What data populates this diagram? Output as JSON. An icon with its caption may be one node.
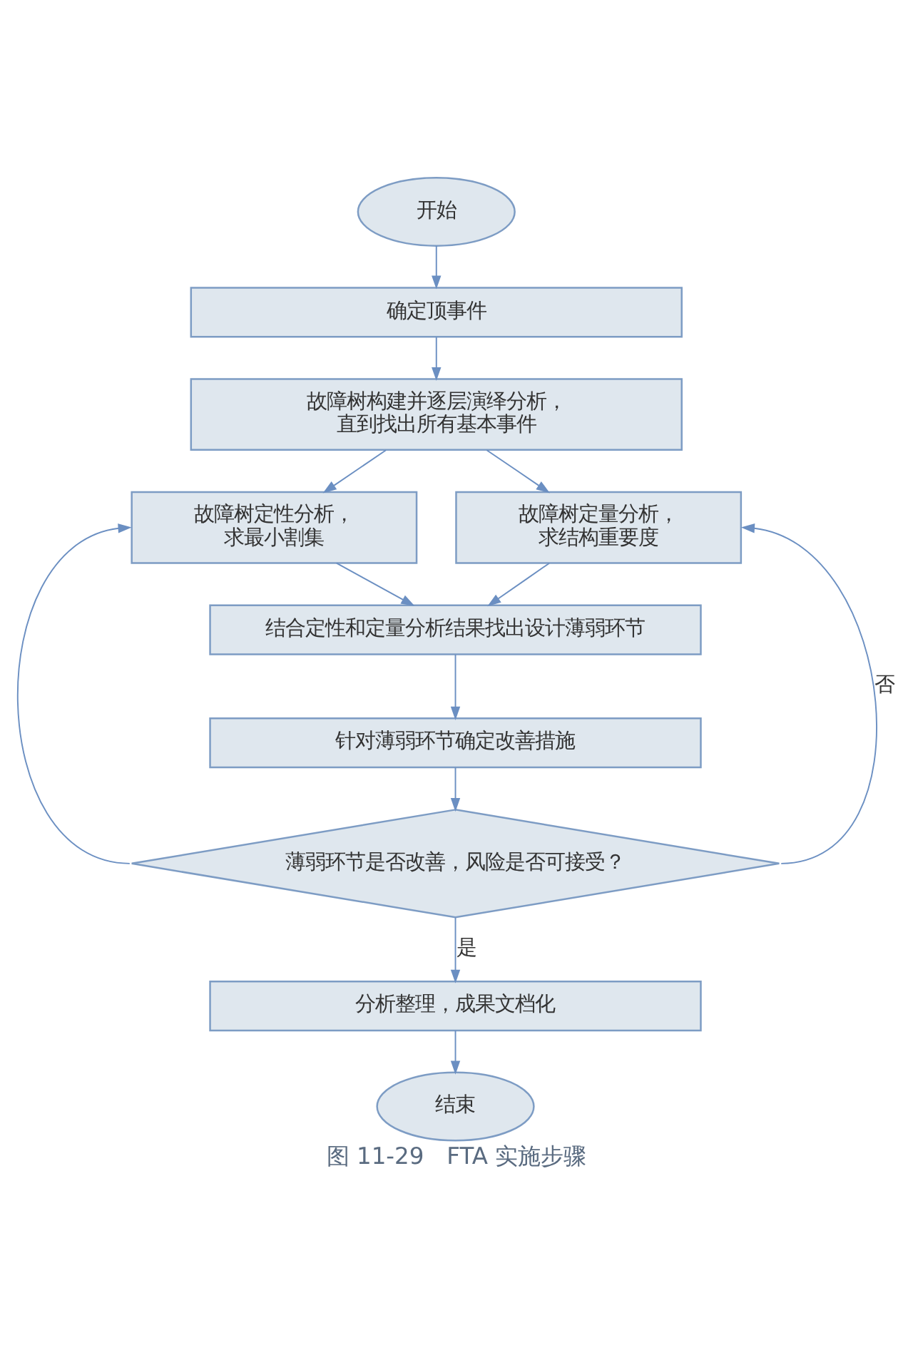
{
  "diagram": {
    "caption": "图 11-29　FTA 实施步骤",
    "nodes": [
      {
        "text": [
          "开始"
        ]
      },
      {
        "text": [
          "确定顶事件"
        ]
      },
      {
        "text": [
          "故障树构建并逐层演绎分析，直到找出所有基本事件"
        ]
      },
      {
        "text": [
          "故障树定性分析，求最小割集"
        ]
      },
      {
        "text": [
          "故障树定量分析，求结构重要度"
        ]
      },
      {
        "text": [
          "结合定性和定量分析结果找出设计薄弱环节"
        ]
      },
      {
        "text": [
          "针对薄弱环节确定改善措施"
        ]
      },
      {
        "text": [
          "薄弱环节是否改善，风险是否可接受？"
        ]
      },
      {
        "text": [
          "分析整理，成果文档化"
        ]
      },
      {
        "text": [
          "结束"
        ]
      }
    ],
    "edges": [
      {
        "from": 0,
        "to": 1,
        "arrow": "to"
      },
      {
        "from": 1,
        "to": 2,
        "arrow": "to"
      },
      {
        "from": 2,
        "to": 3,
        "arrow": "to"
      },
      {
        "from": 2,
        "to": 4,
        "arrow": "to"
      },
      {
        "from": 3,
        "to": 5,
        "arrow": "to"
      },
      {
        "from": 4,
        "to": 5,
        "arrow": "to"
      },
      {
        "from": 5,
        "to": 6,
        "arrow": "to"
      },
      {
        "from": 6,
        "to": 7,
        "arrow": "to"
      },
      {
        "from": 7,
        "to": 3,
        "arrow": "to"
      },
      {
        "from": 7,
        "to": 4,
        "arrow": "to",
        "label": "否"
      },
      {
        "from": 7,
        "to": 8,
        "arrow": "to",
        "label": "是"
      },
      {
        "from": 8,
        "to": 9,
        "arrow": "to"
      }
    ]
  }
}
